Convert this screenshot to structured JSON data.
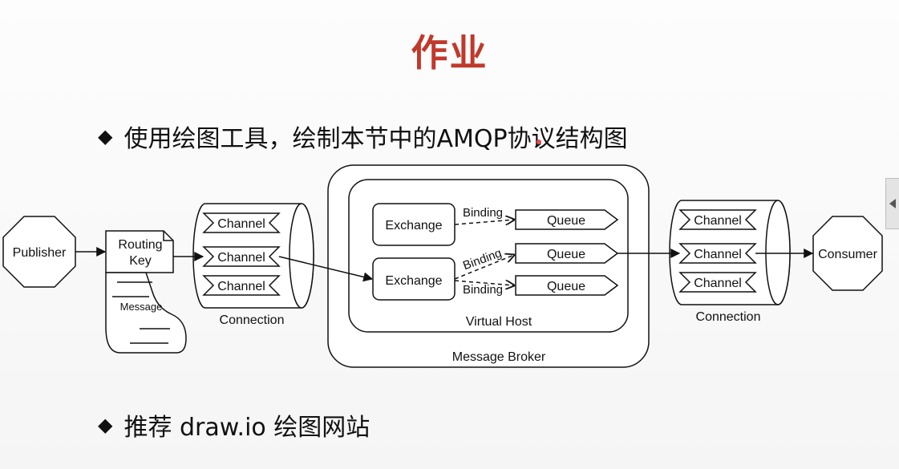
{
  "title": "作业",
  "bullets": [
    "使用绘图工具，绘制本节中的AMQP协议结构图",
    "推荐 draw.io 绘图网站"
  ],
  "icons": {
    "bullet": "diamond-bullet-icon",
    "side_tab": "chevron-left-icon"
  },
  "diagram": {
    "publisher": "Publisher",
    "routing_key": [
      "Routing",
      "Key"
    ],
    "message": "Message",
    "left_connection": {
      "channels": [
        "Channel",
        "Channel",
        "Channel"
      ],
      "label": "Connection"
    },
    "broker": {
      "label": "Message Broker",
      "virtual_host": "Virtual Host",
      "exchanges": [
        "Exchange",
        "Exchange"
      ],
      "bindings": [
        "Binding",
        "Binding",
        "Binding"
      ],
      "queues": [
        "Queue",
        "Queue",
        "Queue"
      ]
    },
    "right_connection": {
      "channels": [
        "Channel",
        "Channel",
        "Channel"
      ],
      "label": "Connection"
    },
    "consumer": "Consumer"
  },
  "colors": {
    "title": "#c0392b",
    "line": "#111111"
  }
}
